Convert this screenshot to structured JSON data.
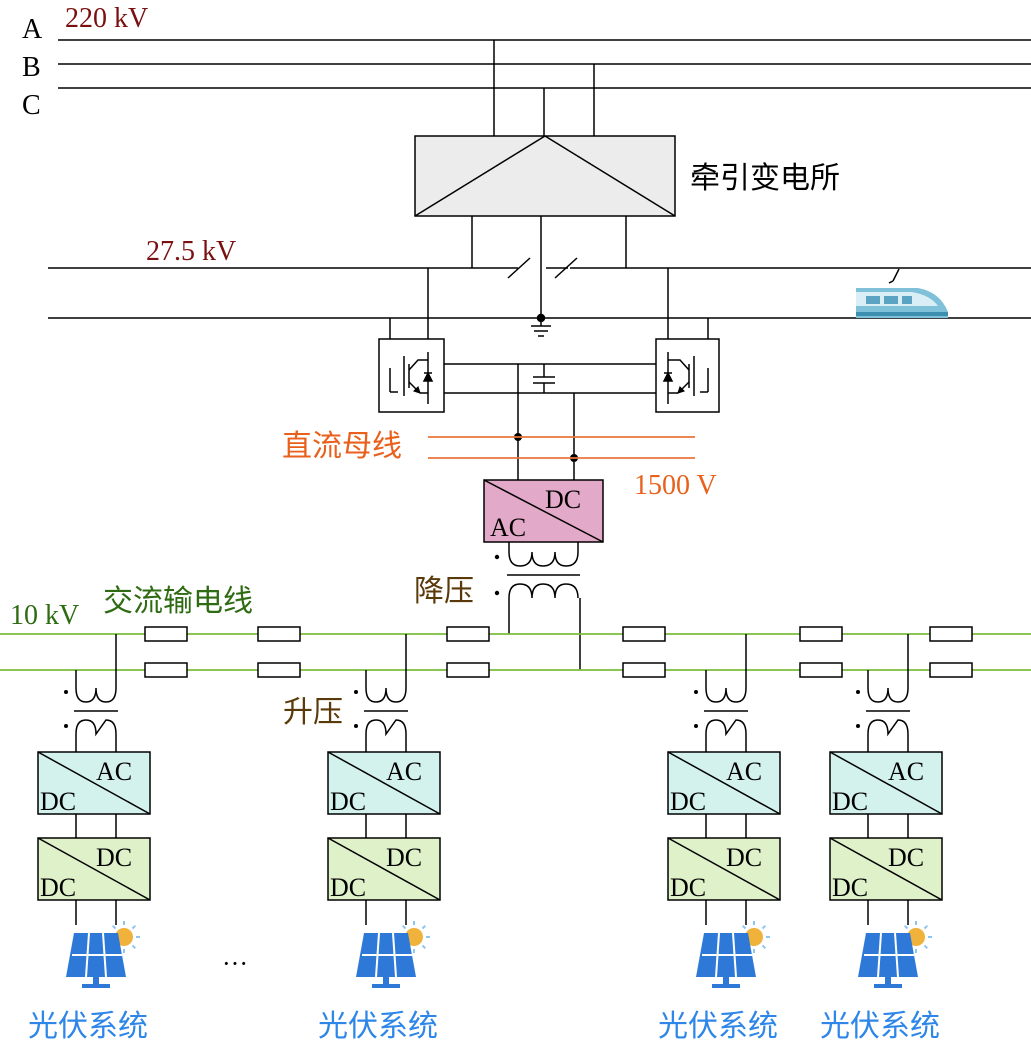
{
  "phases": [
    "A",
    "B",
    "C"
  ],
  "voltages": {
    "hv": "220 kV",
    "traction": "27.5 kV",
    "dc_bus": "1500 V",
    "ac_line": "10 kV"
  },
  "labels": {
    "substation": "牵引变电所",
    "dc_bus": "直流母线",
    "ac_line": "交流输电线",
    "step_down": "降压",
    "step_up": "升压",
    "pv_system": "光伏系统",
    "ellipsis": "···"
  },
  "converters": {
    "ac": "AC",
    "dc": "DC"
  },
  "pv_units": [
    {
      "label": "光伏系统"
    },
    {
      "label": "光伏系统"
    },
    {
      "label": "光伏系统"
    },
    {
      "label": "光伏系统"
    }
  ],
  "colors": {
    "hv_text": "#7a1010",
    "dc_bus": "#e8763a",
    "dc_bus_text": "#e8601c",
    "ac_line": "#7cbd3a",
    "ac_line_text": "#2e6b12",
    "step_text": "#5a3a0a",
    "dcac_fill": "#e3a9c8",
    "acdc_fill": "#d3f2ee",
    "dcdc_fill": "#dff1c9",
    "substation_fill": "#ececec",
    "pv_blue": "#2e79d8",
    "pv_text": "#2d86e8"
  }
}
